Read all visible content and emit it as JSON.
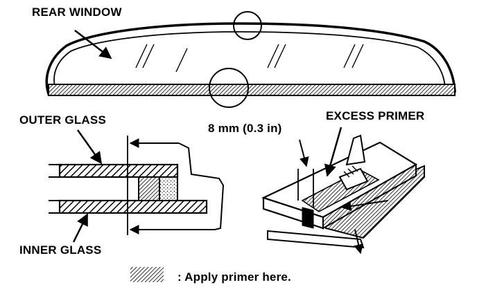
{
  "labels": {
    "rear_window": "REAR WINDOW",
    "outer_glass": "OUTER GLASS",
    "inner_glass": "INNER GLASS",
    "gap": "8 mm (0.3 in)",
    "excess_primer": "EXCESS PRIMER"
  },
  "legend": {
    "text": ": Apply primer here."
  },
  "colors": {
    "ink": "#000000",
    "paper": "#ffffff"
  }
}
